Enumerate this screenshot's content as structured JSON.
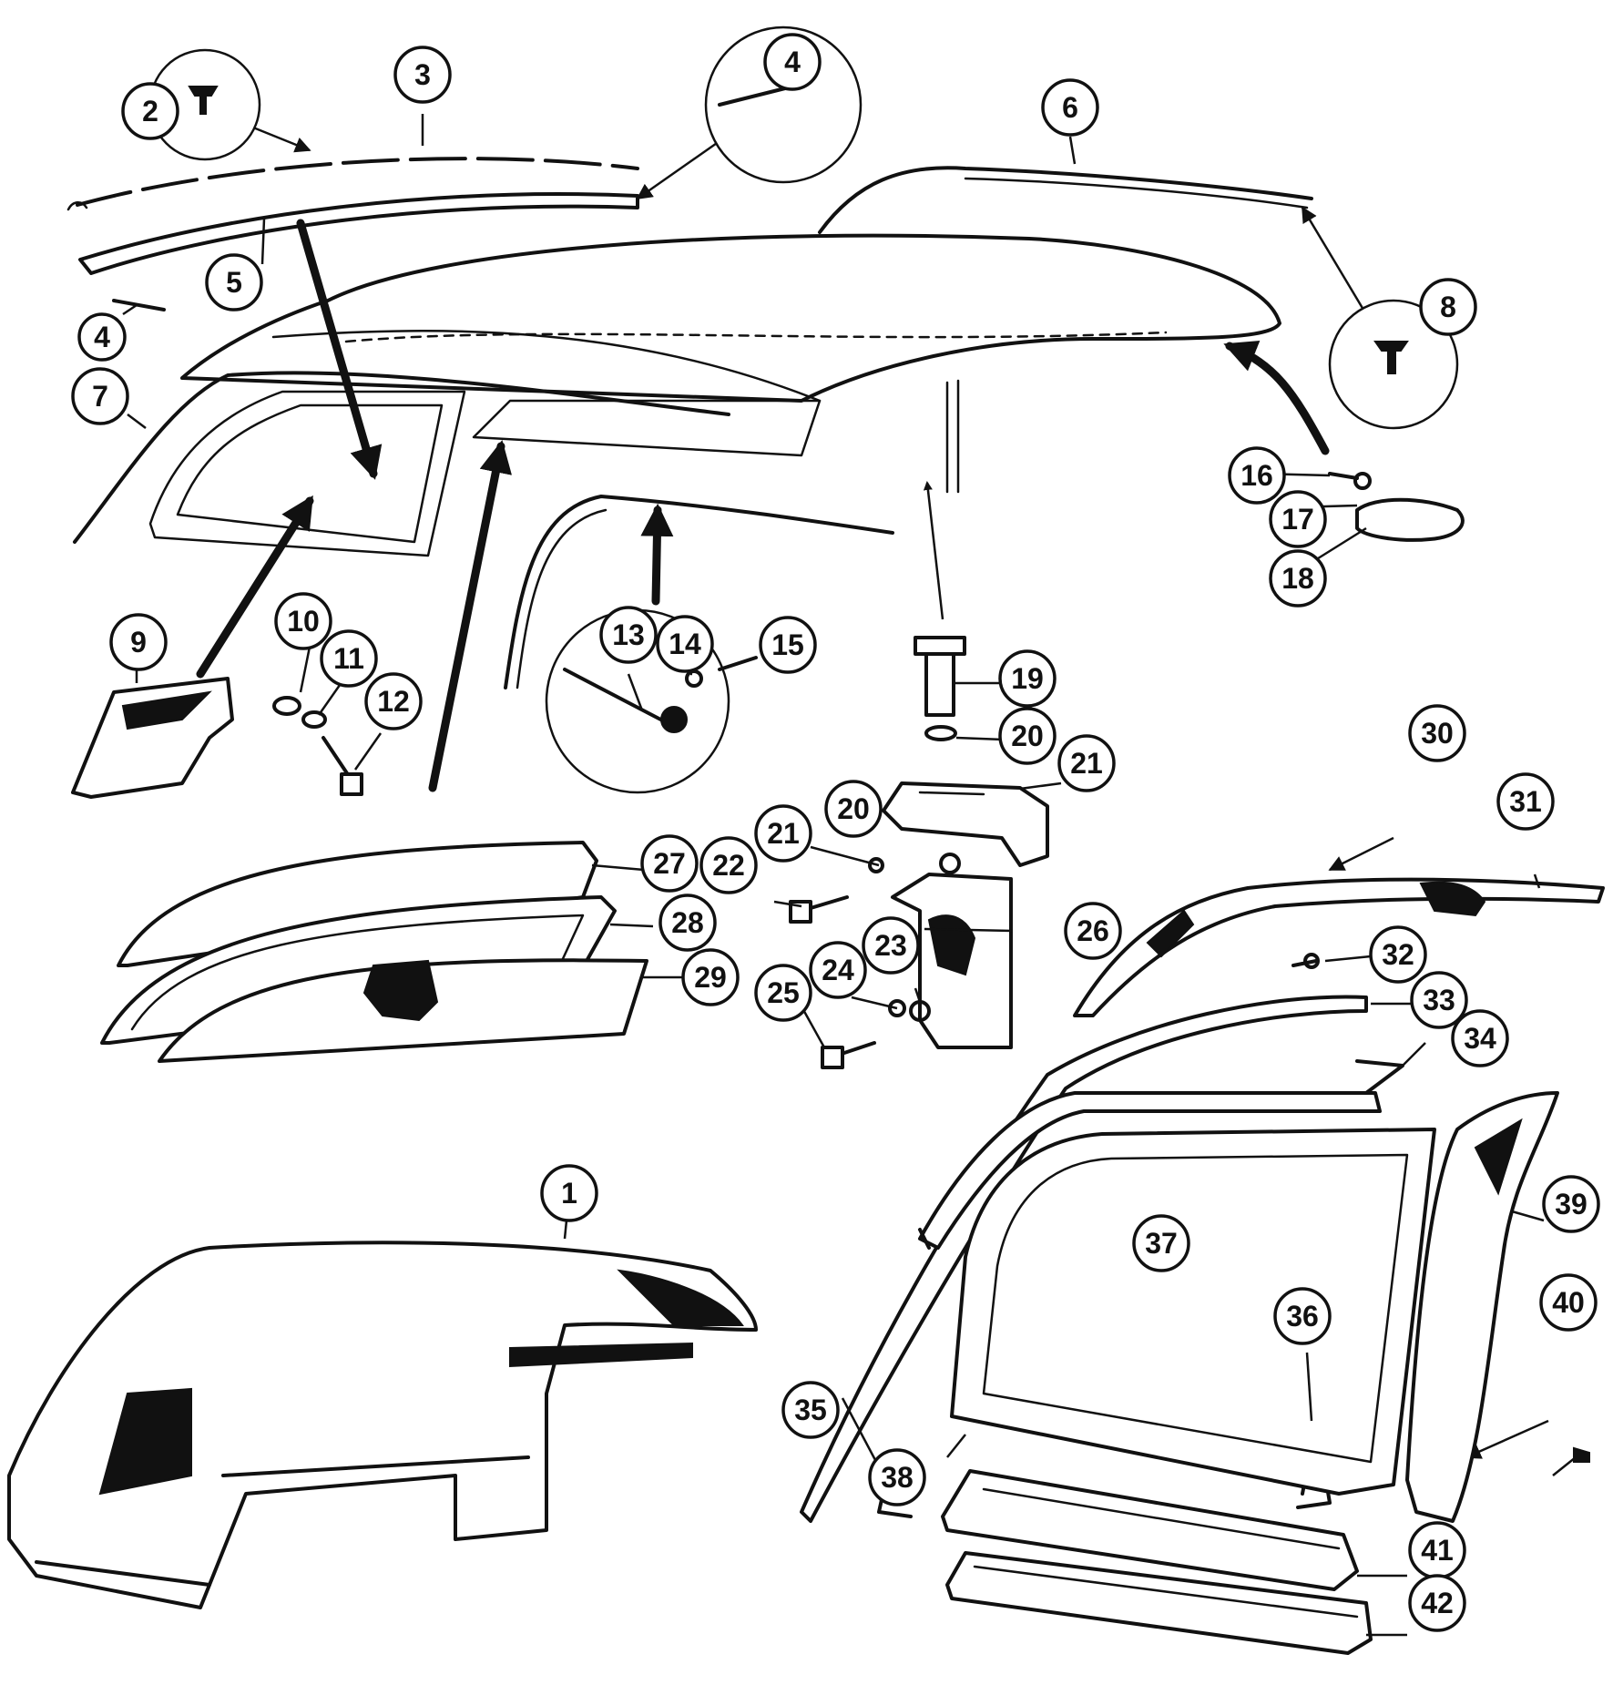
{
  "labels": [
    "1",
    "2",
    "3",
    "4",
    "5",
    "6",
    "7",
    "8",
    "9",
    "10",
    "11",
    "12",
    "13",
    "14",
    "15",
    "16",
    "17",
    "18",
    "19",
    "20",
    "21",
    "22",
    "23",
    "24",
    "25",
    "26",
    "27",
    "28",
    "29",
    "30",
    "31",
    "32",
    "33",
    "34",
    "35",
    "36",
    "37",
    "38",
    "39",
    "40",
    "41",
    "42"
  ],
  "colors": {
    "ink": "#111111",
    "background": "#ffffff"
  }
}
